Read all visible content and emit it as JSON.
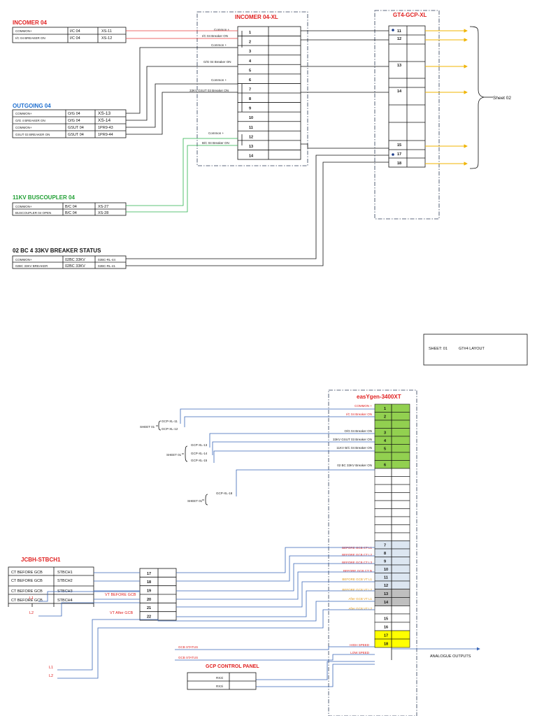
{
  "colors": {
    "red": "#e02020",
    "green": "#22a035",
    "blue": "#1e6fd0",
    "orange": "#e49a16",
    "terminal_green": "#92d050",
    "terminal_blue": "#dce6f1",
    "terminal_grey": "#bfbfbf",
    "terminal_yellow": "#ffff00",
    "arrow": "#f0b400"
  },
  "sources": {
    "incomer": {
      "title": "INCOMER 04",
      "rows": [
        [
          "COMMON+",
          "I/C 04",
          "XS-11"
        ],
        [
          "I/C 04 BREAKER ON",
          "I/C 04",
          "XS-12"
        ]
      ]
    },
    "outgoing": {
      "title": "OUTGOING  04",
      "rows": [
        [
          "COMMON+",
          "O/G 04",
          "XS-13"
        ],
        [
          "O/G 4 BREAKER ON",
          "O/G 04",
          "XS-14"
        ],
        [
          "COMMON+",
          "GSUT 04",
          "1PR9-43"
        ],
        [
          "GSUT 03 BREAKER ON",
          "GSUT 04",
          "1PR9-44"
        ]
      ]
    },
    "buscoupler": {
      "title": "11KV BUSCOUPLER 04",
      "rows": [
        [
          "COMMON+",
          "B/C 04",
          "XS-27"
        ],
        [
          "BUSCOUPLER 04 OPEN",
          "B/C 04",
          "XS-28"
        ]
      ]
    },
    "bc33": {
      "title": "02 BC 4 33KV BREAKER STATUS",
      "rows": [
        [
          "COMMON+",
          "02BC 33KV",
          "02BC-RL-44"
        ],
        [
          "02BC 33KV BREAKER",
          "02BC 33KV",
          "02BC-RL-41"
        ]
      ]
    }
  },
  "incomer_xl": {
    "title": "INCOMER 04-XL",
    "terminals": [
      "1",
      "2",
      "3",
      "4",
      "5",
      "6",
      "7",
      "8",
      "9",
      "10",
      "11",
      "12",
      "13",
      "14"
    ],
    "labels": [
      "Common +",
      "I/C 04 Breaker ON",
      "Common +",
      "O/G 04 Breaker ON",
      "Common +",
      "33KV GSUT  03  Breaker ON",
      "Common +",
      "B/C  04 Breaker ON"
    ]
  },
  "gcp_xl": {
    "title": "GT4-GCP-XL",
    "terminals": [
      "11",
      "12",
      "13",
      "14",
      "15",
      "17",
      "18"
    ],
    "sheet_ref": "Sheet 02"
  },
  "sheet_box": {
    "sheet": "SHEET: 01",
    "layout": "GT#4 LAYOUT"
  },
  "easygen": {
    "title": "easYgen-3400XT",
    "green_terminals": [
      "1",
      "2",
      "3",
      "4",
      "5",
      "6"
    ],
    "green_labels": [
      "COMMON +",
      "I/C  04 Breaker ON",
      "O/G 04 Breaker ON",
      "33KV GSUT 03 Breaker ON",
      "11KV B/C 04 Breaker ON",
      "02 BC 33KV Breaker ON"
    ],
    "ct_terminals": [
      "7",
      "8",
      "9",
      "10",
      "11",
      "12"
    ],
    "ct_labels": [
      "BEFORE GCB  CT L1",
      "BEFORE GCB  CT L2",
      "BEFORE GCB  CT L3",
      "BEFORE GCB  CT N",
      "BEFORE GCB  VT L1",
      "BEFORE GCB  VT L2"
    ],
    "vt_terminals": [
      "13",
      "14"
    ],
    "vt_labels": [
      "After  GCB  VT L1",
      "After GCB  VT L2"
    ],
    "plain_terminals": [
      "15",
      "16"
    ],
    "speed_terminals": [
      "17",
      "18"
    ],
    "speed_labels": [
      "HIGH SPEED",
      "LOW SPEED"
    ],
    "output_label": "ANALOGUE  OUTPUTS"
  },
  "sheet_refs": {
    "group1": {
      "sheet": "SHEET 01",
      "links": [
        "GCP-XL-11",
        "GCP-XL-12"
      ]
    },
    "group2": {
      "sheet": "SHEET 01",
      "links": [
        "GCP-XL-13",
        "GCP-XL-14",
        "GCP-XL-15"
      ]
    },
    "group3": {
      "sheet": "SHEET 01",
      "links": [
        "GCP-XL-18"
      ]
    }
  },
  "jcbh": {
    "title": "JCBH-STBCH1",
    "rows": [
      [
        "CT BEFORE GCB",
        "STBCH1"
      ],
      [
        "CT BEFORE GCB",
        "STBCH2"
      ],
      [
        "CT BEFORE GCB",
        "STBCH3"
      ],
      [
        "CT BEFORE GCB",
        "STBCH4"
      ]
    ],
    "terminals": [
      "17",
      "18",
      "19",
      "20",
      "21",
      "22"
    ],
    "vt_before": "VT BEFORE GCB",
    "vt_after": "VT After GCB",
    "lines": [
      "L1",
      "L2",
      "L1",
      "L2"
    ]
  },
  "gcb_status": [
    "GCB STATUS",
    "GCB STATUS"
  ],
  "gcp_panel": {
    "title": "GCP CONTROL PANEL",
    "rows": [
      "RX3i",
      "RX3i"
    ]
  }
}
